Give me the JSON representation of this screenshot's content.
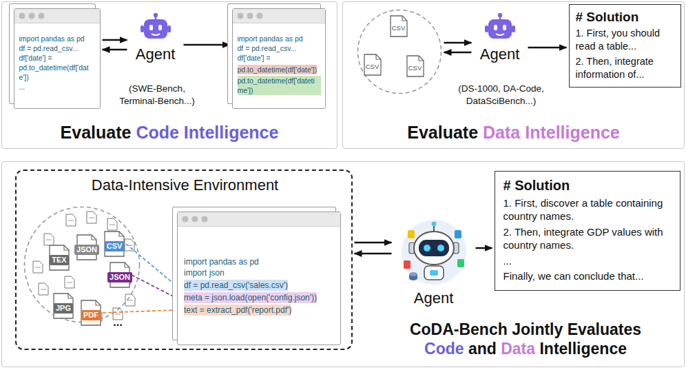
{
  "diagram": {
    "nodes": [
      {
        "text": [
          "Evaluate Code Intelligence"
        ]
      },
      {
        "text": [
          "import pandas as pd",
          "df = pd.read_csv...",
          "df['date'] =",
          "pd.to_datetime(df['date'])",
          "..."
        ],
        "in": 0
      },
      {
        "text": [
          "Agent"
        ],
        "in": 0
      },
      {
        "text": [
          "import pandas as pd",
          "df = pd.read_csv...",
          "df['date'] =",
          "pd.to_datetime(df['date'])",
          "pd.to_datetime(df['datetime'])"
        ],
        "in": 0
      },
      {
        "text": [
          "Evaluate Data Intelligence"
        ]
      },
      {
        "text": [],
        "in": 4
      },
      {
        "text": [
          "CSV"
        ],
        "in": 5
      },
      {
        "text": [
          "CSV"
        ],
        "in": 5
      },
      {
        "text": [
          "CSV"
        ],
        "in": 5
      },
      {
        "text": [
          "Agent"
        ],
        "in": 4
      },
      {
        "text": [
          "# Solution",
          "1. First, you should read a table...",
          "2. Then, integrate information of..."
        ],
        "in": 4
      },
      {
        "text": [
          "CoDA-Bench Jointly Evaluates Code and Data Intelligence"
        ]
      },
      {
        "text": [
          "Data-Intensive Environment"
        ],
        "in": 11
      },
      {
        "text": [],
        "in": 12
      },
      {
        "text": [
          "TEX"
        ],
        "in": 13
      },
      {
        "text": [
          "JSON"
        ],
        "in": 13
      },
      {
        "text": [
          "CSV"
        ],
        "in": 13
      },
      {
        "text": [
          "JSON"
        ],
        "in": 13
      },
      {
        "text": [
          "JPG"
        ],
        "in": 13
      },
      {
        "text": [
          "PDF"
        ],
        "in": 13
      },
      {
        "text": [
          "import pandas as pd",
          "import json",
          "df = pd.read_csv('sales.csv')",
          "meta = json.load(open('config.json'))",
          "text = extract_pdf('report.pdf')"
        ],
        "in": 12
      },
      {
        "text": [
          "Agent"
        ],
        "in": 11
      },
      {
        "text": [
          "# Solution",
          "1. First, discover a table containing country names.",
          "2. Then, integrate GDP values with country names.",
          "...",
          "Finally, we can conclude that..."
        ],
        "in": 11
      }
    ],
    "edges": [
      {
        "from": 1,
        "to": 2,
        "arrow": "to"
      },
      {
        "from": 2,
        "to": 1,
        "arrow": "to"
      },
      {
        "from": 2,
        "to": 3,
        "arrow": "to"
      },
      {
        "from": 5,
        "to": 9,
        "arrow": "to"
      },
      {
        "from": 9,
        "to": 5,
        "arrow": "to"
      },
      {
        "from": 9,
        "to": 10,
        "arrow": "to"
      },
      {
        "from": 12,
        "to": 21,
        "arrow": "to"
      },
      {
        "from": 21,
        "to": 12,
        "arrow": "to"
      },
      {
        "from": 21,
        "to": 22,
        "arrow": "to"
      },
      {
        "from": 16,
        "to": 20,
        "arrow": "none"
      },
      {
        "from": 17,
        "to": 20,
        "arrow": "none"
      },
      {
        "from": 19,
        "to": 20,
        "arrow": "none"
      }
    ],
    "labels": [
      "(SWE-Bench, Terminal-Bench...)",
      "(DS-1000, DA-Code, DataSciBench...)",
      "..."
    ]
  }
}
